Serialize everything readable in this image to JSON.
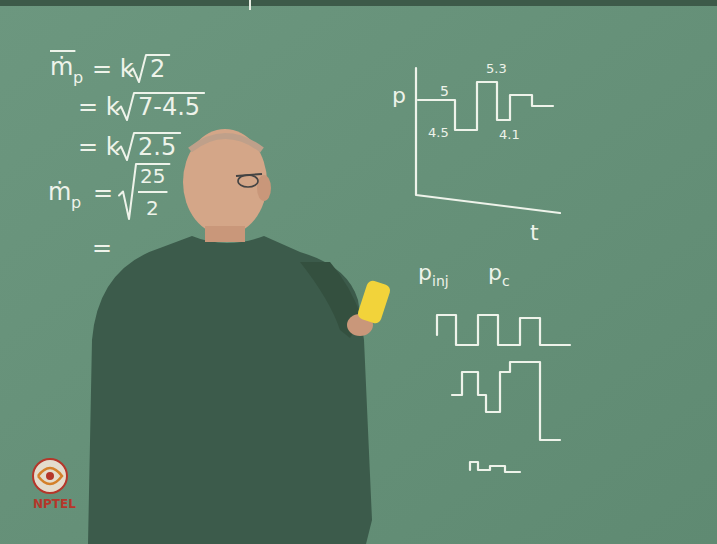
{
  "diagram": {
    "labels": [
      "ṁ",
      "p",
      "= k",
      "2",
      "= k",
      "7-4.5",
      "= k",
      "2.5",
      "ṁ",
      "p",
      "=",
      "25",
      "2",
      "=",
      "p",
      "t",
      "5",
      "4.5",
      "5.3",
      "4.1",
      "p",
      "inj",
      "p",
      "c",
      "NPTEL"
    ]
  }
}
